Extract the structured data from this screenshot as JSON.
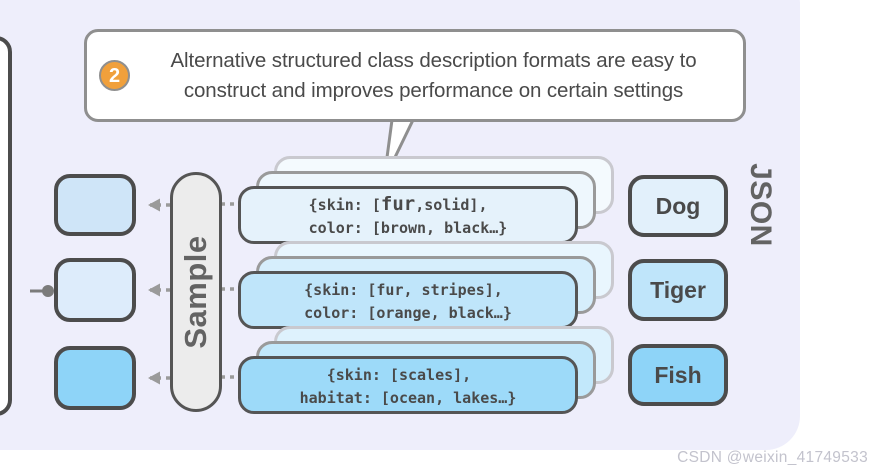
{
  "panel": {
    "background_color": "#eeeefb"
  },
  "callout": {
    "badge_number": "2",
    "badge_color": "#f0a03c",
    "text_line_1": "Alternative structured class description formats are easy to",
    "text_line_2": "construct and improves performance on certain settings",
    "border_color": "#8f8f8f"
  },
  "sample_column": {
    "label": "Sample",
    "boxes": [
      {
        "name": "sample-box-1",
        "fill": "#cfe5f8"
      },
      {
        "name": "sample-box-2",
        "fill": "#ddecfb"
      },
      {
        "name": "sample-box-3",
        "fill": "#8ed4f8"
      }
    ]
  },
  "json_cards": [
    {
      "line_1_pre": "{skin: [",
      "line_1_big": "fur",
      "line_1_post": ",solid],",
      "line_2": "color: [brown, black…}",
      "fill": "#e5f2fb"
    },
    {
      "line_1_pre": "{skin: [fur, stripes],",
      "line_1_big": "",
      "line_1_post": "",
      "line_2": "color: [orange, black…}",
      "fill": "#bfe5fa"
    },
    {
      "line_1_pre": "   {skin: [scales],",
      "line_1_big": "",
      "line_1_post": "",
      "line_2": "habitat: [ocean, lakes…}",
      "fill": "#9ddaf9"
    }
  ],
  "class_boxes": [
    {
      "label": "Dog",
      "fill": "#e2f0fb"
    },
    {
      "label": "Tiger",
      "fill": "#bfe5fa"
    },
    {
      "label": "Fish",
      "fill": "#8ed4f8"
    }
  ],
  "json_label": "JSON",
  "watermark": "CSDN @weixin_41749533"
}
